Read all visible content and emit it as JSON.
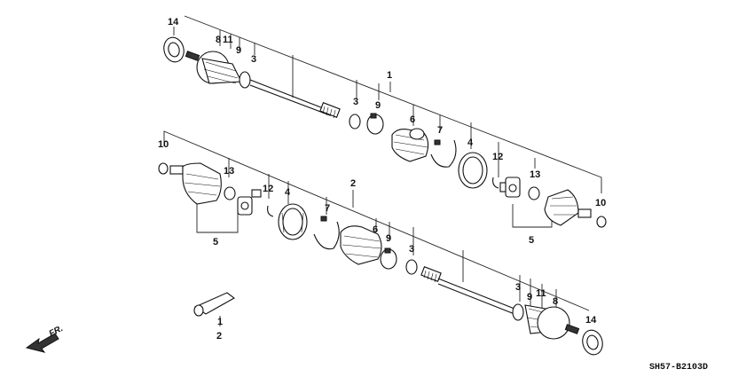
{
  "diagram": {
    "code": "SH57-B2103D",
    "front_label": "FR.",
    "callouts": {
      "c1_top": "1",
      "c14_ul": "14",
      "c8_ul": "8",
      "c11_ul": "11",
      "c9_ul": "9",
      "c3_ul": "3",
      "c3_top_mid": "3",
      "c9_top_mid": "9",
      "c6_top": "6",
      "c7_top": "7",
      "c4_top": "4",
      "c12_r": "12",
      "c13_r": "13",
      "c10_r": "10",
      "c5_r": "5",
      "c10_l": "10",
      "c13_l": "13",
      "c12_l": "12",
      "c4_l": "4",
      "c5_l": "5",
      "c2_mid": "2",
      "c7_low": "7",
      "c6_low": "6",
      "c9_low": "9",
      "c3_low": "3",
      "c3_lr": "3",
      "c9_lr": "9",
      "c11_lr": "11",
      "c8_lr": "8",
      "c14_lr": "14",
      "c1_tool": "1",
      "c2_tool": "2"
    }
  }
}
